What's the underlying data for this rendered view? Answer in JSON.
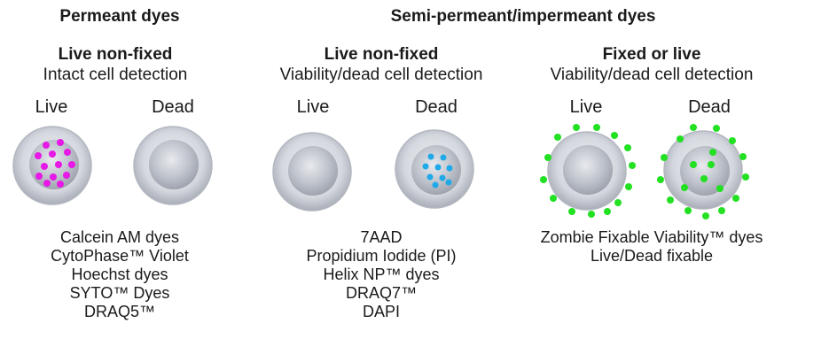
{
  "headers": {
    "permeant": "Permeant dyes",
    "semi": "Semi-permeant/impermeant dyes"
  },
  "groups": [
    {
      "title": "Live non-fixed",
      "subtitle": "Intact cell detection",
      "live_label": "Live",
      "dead_label": "Dead",
      "dyes": [
        "Calcein AM dyes",
        "CytoPhase™ Violet",
        "Hoechst dyes",
        "SYTO™ Dyes",
        "DRAQ5™"
      ]
    },
    {
      "title": "Live non-fixed",
      "subtitle": "Viability/dead cell detection",
      "live_label": "Live",
      "dead_label": "Dead",
      "dyes": [
        "7AAD",
        "Propidium Iodide (PI)",
        "Helix NP™ dyes",
        "DRAQ7™",
        "DAPI"
      ]
    },
    {
      "title": "Fixed or live",
      "subtitle": "Viability/dead cell detection",
      "live_label": "Live",
      "dead_label": "Dead",
      "dyes": [
        "Zombie Fixable Viability™ dyes",
        "Live/Dead fixable"
      ]
    }
  ],
  "colors": {
    "magenta_stain": "#e619e6",
    "blue_stain": "#1fa9e8",
    "green_stain": "#22e022",
    "cell_gray": "#c9ccd4"
  }
}
